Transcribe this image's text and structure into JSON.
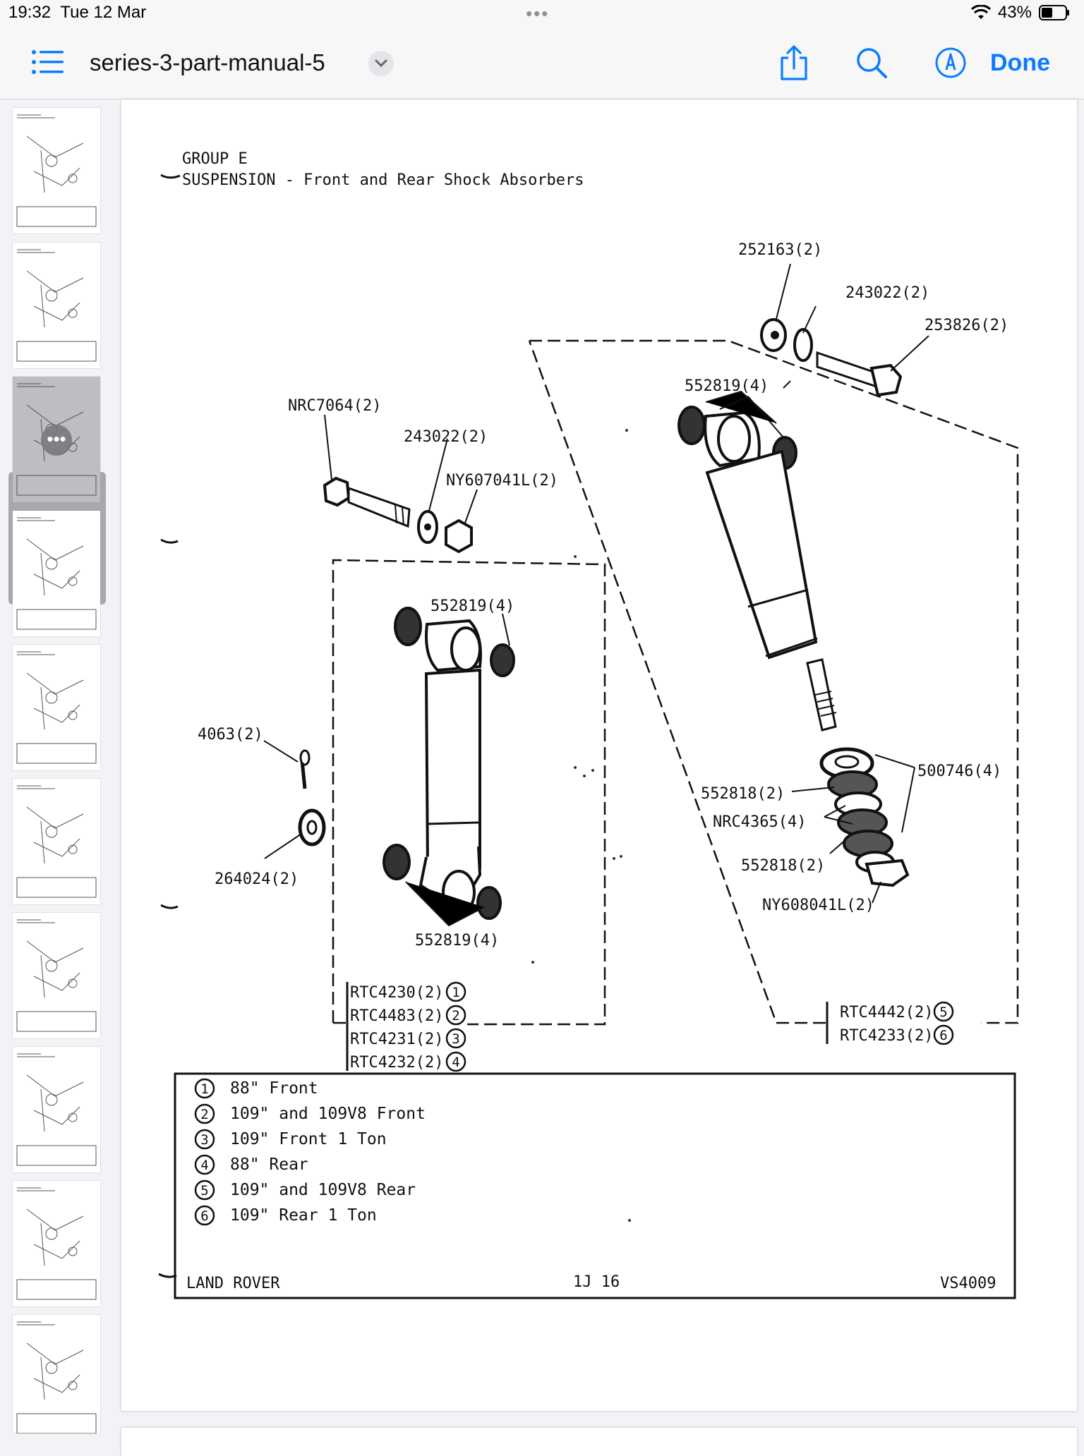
{
  "status_bar": {
    "time": "19:32",
    "date": "Tue 12 Mar",
    "battery": "43%"
  },
  "toolbar": {
    "document_title": "series-3-part-manual-5",
    "done_label": "Done"
  },
  "manual_page": {
    "group": "GROUP E",
    "heading": "SUSPENSION - Front and Rear Shock Absorbers",
    "callouts": {
      "c1": "252163(2)",
      "c2": "243022(2)",
      "c3": "253826(2)",
      "c4": "552819(4)",
      "c5": "NRC7064(2)",
      "c6": "243022(2)",
      "c7": "NY607041L(2)",
      "c8": "552819(4)",
      "c9": "4063(2)",
      "c10": "264024(2)",
      "c11": "552819(4)",
      "c12": "552818(2)",
      "c13": "NRC4365(4)",
      "c14": "500746(4)",
      "c15": "552818(2)",
      "c16": "NY608041L(2)"
    },
    "kits_front": [
      {
        "part": "RTC4230(2)",
        "ref": "1"
      },
      {
        "part": "RTC4483(2)",
        "ref": "2"
      },
      {
        "part": "RTC4231(2)",
        "ref": "3"
      },
      {
        "part": "RTC4232(2)",
        "ref": "4"
      }
    ],
    "kits_rear": [
      {
        "part": "RTC4442(2)",
        "ref": "5"
      },
      {
        "part": "RTC4233(2)",
        "ref": "6"
      }
    ],
    "legend": [
      {
        "ref": "1",
        "text": "88\"  Front"
      },
      {
        "ref": "2",
        "text": "109\" and 109V8 Front"
      },
      {
        "ref": "3",
        "text": "109\" Front 1 Ton"
      },
      {
        "ref": "4",
        "text": "88\"  Rear"
      },
      {
        "ref": "5",
        "text": "109\" and 109V8 Rear"
      },
      {
        "ref": "6",
        "text": "109\" Rear 1 Ton"
      }
    ],
    "footer": {
      "left": "LAND ROVER",
      "center": "1J 16",
      "right": "VS4009"
    }
  }
}
